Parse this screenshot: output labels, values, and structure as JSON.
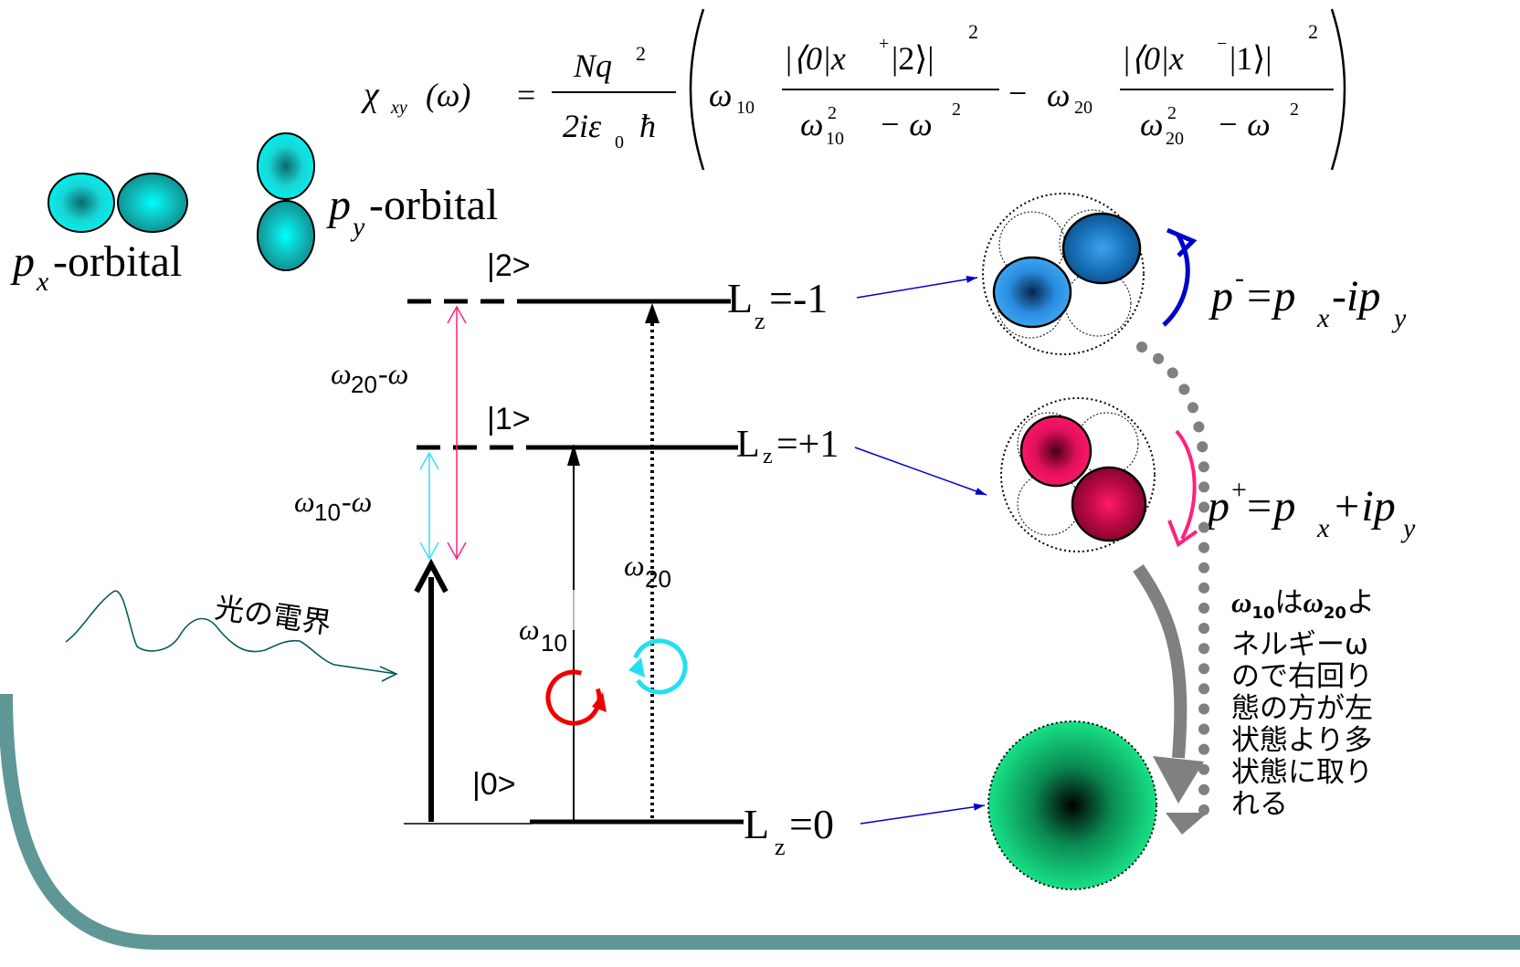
{
  "equation": {
    "lhs_chi": "χ",
    "lhs_sub": "xy",
    "lhs_arg": "(ω)",
    "equals": "=",
    "prefactor_num": "Nq",
    "prefactor_num_exp": "2",
    "prefactor_den": "2iε",
    "prefactor_den_sub": "0",
    "hbar": "ħ",
    "term1_omega": "ω",
    "term1_omega_sub": "10",
    "term1_matrix": "|⟨0|x",
    "term1_op_sup": "+",
    "term1_ket": "|2⟩|",
    "term1_sq": "2",
    "term1_den": "ω",
    "term1_den_sub": "10",
    "term1_den_sup": "2",
    "term1_den_rest": "− ω",
    "term1_den_rest_sup": "2",
    "minus": "−",
    "term2_omega": "ω",
    "term2_omega_sub": "20",
    "term2_matrix": "|⟨0|x",
    "term2_op_sup": "−",
    "term2_ket": "|1⟩|",
    "term2_sq": "2",
    "term2_den": "ω",
    "term2_den_sub": "20",
    "term2_den_sup": "2",
    "term2_den_rest": "− ω",
    "term2_den_rest_sup": "2"
  },
  "orbitals": {
    "px_p": "p",
    "px_sub": "x",
    "px_rest": "-orbital",
    "py_p": "p",
    "py_sub": "y",
    "py_rest": "-orbital"
  },
  "levels": {
    "ket2": "|2>",
    "ket1": "|1>",
    "ket0": "|0>",
    "lz2": "L",
    "lz2_sub": "z",
    "lz2_val": "=-1",
    "lz1": "L",
    "lz1_sub": "z",
    "lz1_val": "=+1",
    "lz0": "L",
    "lz0_sub": "z",
    "lz0_val": "=0"
  },
  "detuning": {
    "w20_omega": "ω",
    "w20_sub": "20",
    "w20_rest": "-ω",
    "w10_omega": "ω",
    "w10_sub": "10",
    "w10_rest": "-ω"
  },
  "transitions": {
    "w20_omega": "ω",
    "w20_sub": "20",
    "w10_omega": "ω",
    "w10_sub": "10"
  },
  "light_label": "光の電界",
  "states": {
    "pminus_p": "p",
    "pminus_sup": "-",
    "pminus_eq": "=p",
    "pminus_x": "x",
    "pminus_mid": "-ip",
    "pminus_y": "y",
    "pplus_p": "p",
    "pplus_sup": "+",
    "pplus_eq": "=p",
    "pplus_x": "x",
    "pplus_mid": "+ip",
    "pplus_y": "y"
  },
  "note": {
    "w10": "ω",
    "w10_sub": "10",
    "wa": "は",
    "w20": "ω",
    "w20_sub": "20",
    "yo": "よ",
    "line2": "ネルギーω",
    "line3": "ので右回り",
    "line4": "態の方が左",
    "line5": "状態より多",
    "line6": "状態に取り",
    "line7": "れる"
  },
  "colors": {
    "teal_band": "#5f9696",
    "pink_arrow": "#ff2080",
    "cyan_arrow": "#33e0ff",
    "blue_pointer": "#0000cc",
    "gray_arrow": "#808080",
    "red_circle": "#ee0000",
    "cyan_circle": "#22e0f0"
  }
}
